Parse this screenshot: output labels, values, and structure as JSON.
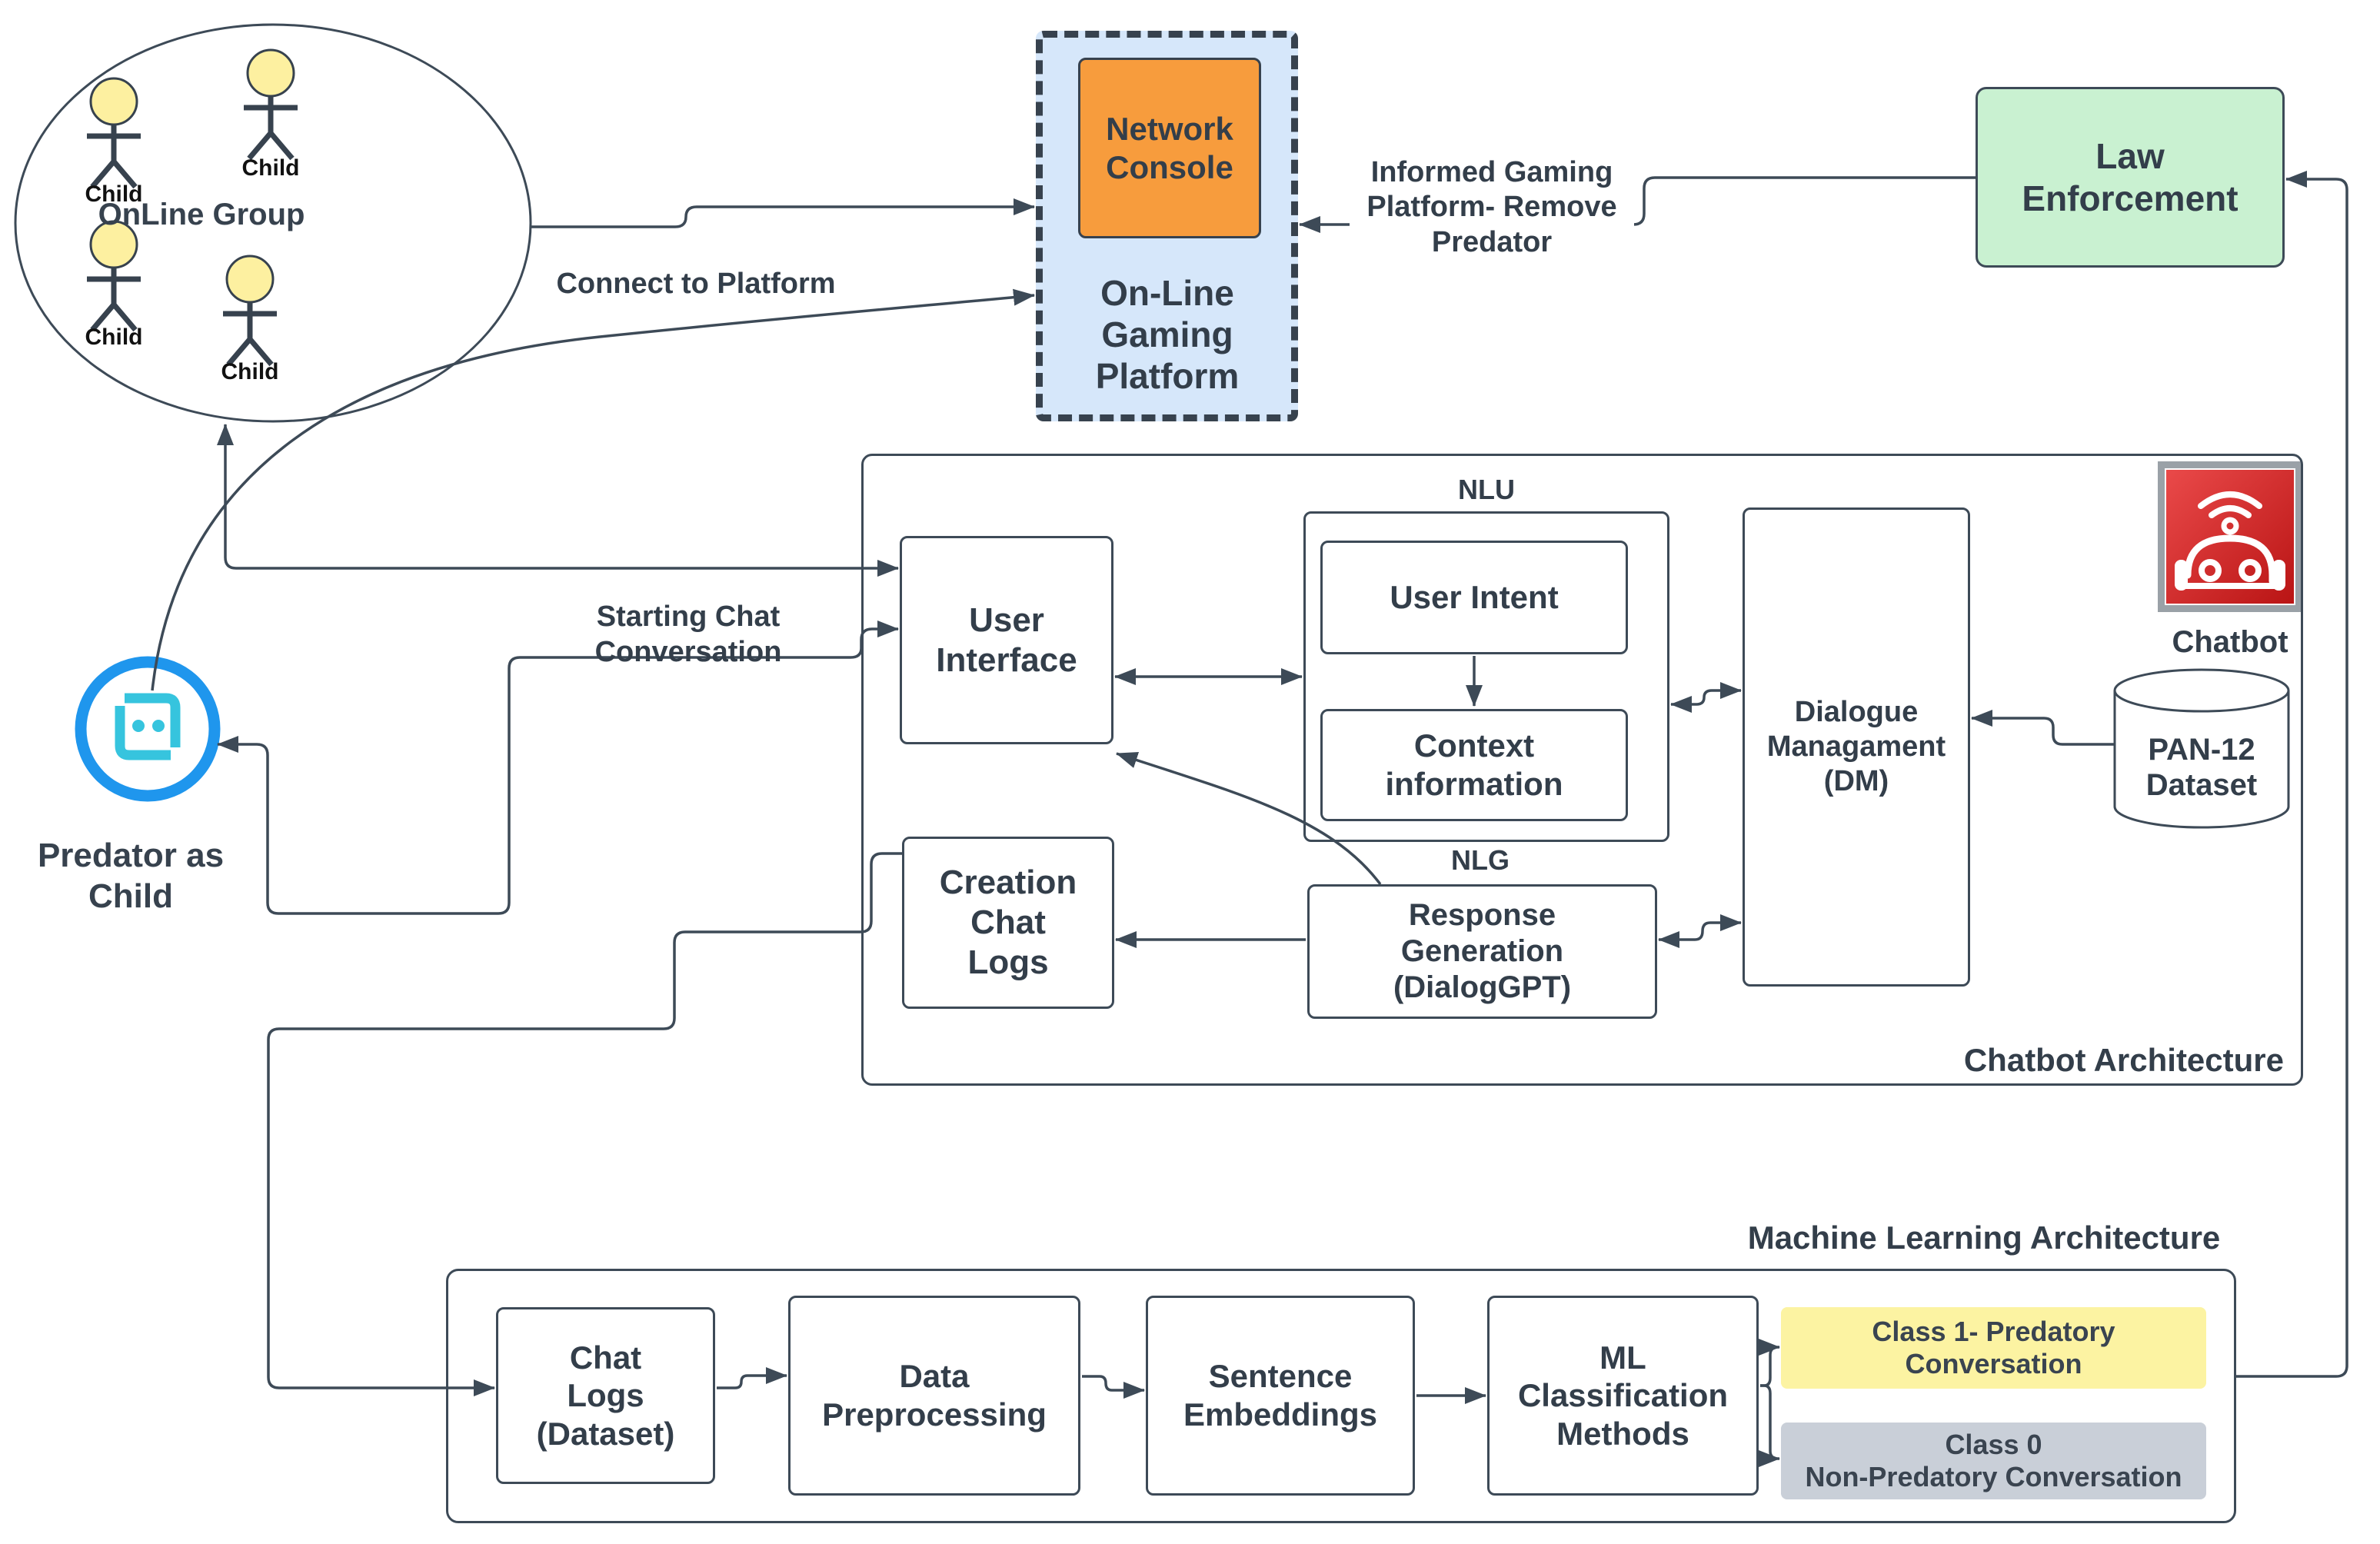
{
  "colors": {
    "line": "#3d4a57",
    "text": "#333e4a",
    "platform_fill": "#d6e7fa",
    "console_fill": "#f79c3d",
    "law_fill": "#c9f1d1",
    "head_fill": "#fdf0a0",
    "class1_fill": "#fcf3a2",
    "class0_fill": "#c9cfd8",
    "chatbot_red": "#d32626",
    "icon_border": "#9aa1a7",
    "predator_ring": "#1f96ed",
    "predator_face": "#36c4de"
  },
  "icons": {
    "predator": "robot-face-icon",
    "chatbot": "robot-headset-icon",
    "dataset": "database-cylinder-icon",
    "children": "stick-figure-icon"
  },
  "online_group": {
    "label": "OnLine Group",
    "members": [
      {
        "label": "Child"
      },
      {
        "label": "Child"
      },
      {
        "label": "Child"
      },
      {
        "label": "Child"
      }
    ]
  },
  "predator": {
    "label": "Predator as Child"
  },
  "platform": {
    "console": "Network Console",
    "name": "On-Line Gaming Platform"
  },
  "law_enforcement": {
    "label": "Law Enforcement"
  },
  "edge_labels": {
    "connect": "Connect to Platform",
    "informed": "Informed Gaming Platform- Remove Predator",
    "starting": "Starting Chat Conversation"
  },
  "chatbot_architecture": {
    "title": "Chatbot Architecture",
    "user_interface": "User Interface",
    "nlu_label": "NLU",
    "user_intent": "User Intent",
    "context_information": "Context information",
    "dialogue_management": "Dialogue Managament (DM)",
    "nlg_label": "NLG",
    "response_generation": "Response Generation (DialogGPT)",
    "creation_chat_logs": "Creation Chat Logs",
    "chatbot_label": "Chatbot",
    "pan_dataset_line1": "PAN-12",
    "pan_dataset_line2": "Dataset"
  },
  "ml_architecture": {
    "title": "Machine Learning Architecture",
    "chat_logs": "Chat Logs (Dataset)",
    "data_preprocessing": "Data Preprocessing",
    "sentence_embeddings": "Sentence Embeddings",
    "ml_classification": "ML Classification Methods",
    "class1": "Class 1- Predatory Conversation",
    "class0_line1": "Class 0",
    "class0_line2": "Non-Predatory Conversation"
  }
}
